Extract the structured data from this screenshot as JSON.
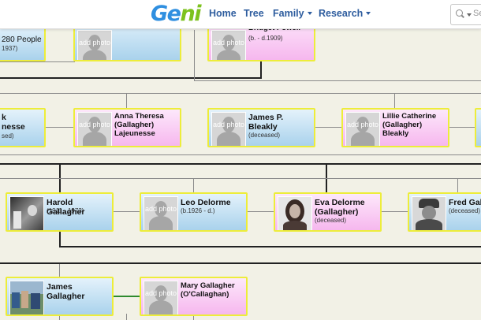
{
  "header": {
    "logo": "Geni",
    "nav": {
      "home": "Home",
      "tree": "Tree",
      "family": "Family",
      "research": "Research"
    },
    "search_placeholder": "Se"
  },
  "colors": {
    "logo_blue": "#2f8fe0",
    "logo_green": "#7dc21e",
    "nav_blue": "#2d5c9e",
    "card_border": "#eded3a",
    "male_card": "#a9d2ec",
    "female_card": "#f6b7ee"
  },
  "photo_placeholder": "add photo",
  "people": {
    "top_left_fragment": {
      "line1": "280 People",
      "line2": "1937)"
    },
    "top_mid": {
      "name": "",
      "dates": ""
    },
    "top_right": {
      "name": "Bridget Powell",
      "dates": "(b. - d.1909)"
    },
    "left_fragment": {
      "line1": "k",
      "line2": "nesse",
      "line3": "sed)"
    },
    "anna": {
      "name": "Anna Theresa\n(Gallagher)\nLajeunesse"
    },
    "james_bleakly": {
      "name": "James P.\nBleakly",
      "dates": "(deceased)"
    },
    "lillie": {
      "name": "Lillie Catherine\n(Gallagher)\nBleakly"
    },
    "harold": {
      "name": "Harold Gallagher",
      "dates": "(1911 - 1973)"
    },
    "leo": {
      "name": "Leo Delorme",
      "dates": "(b.1926 - d.)"
    },
    "eva": {
      "name": "Eva Delorme\n(Gallagher)",
      "dates": "(deceased)"
    },
    "fred": {
      "name": "Fred Galla",
      "dates": "(deceased)"
    },
    "james_gallagher": {
      "name": "James Gallagher"
    },
    "mary": {
      "name": "Mary Gallagher\n(O'Callaghan)"
    }
  }
}
